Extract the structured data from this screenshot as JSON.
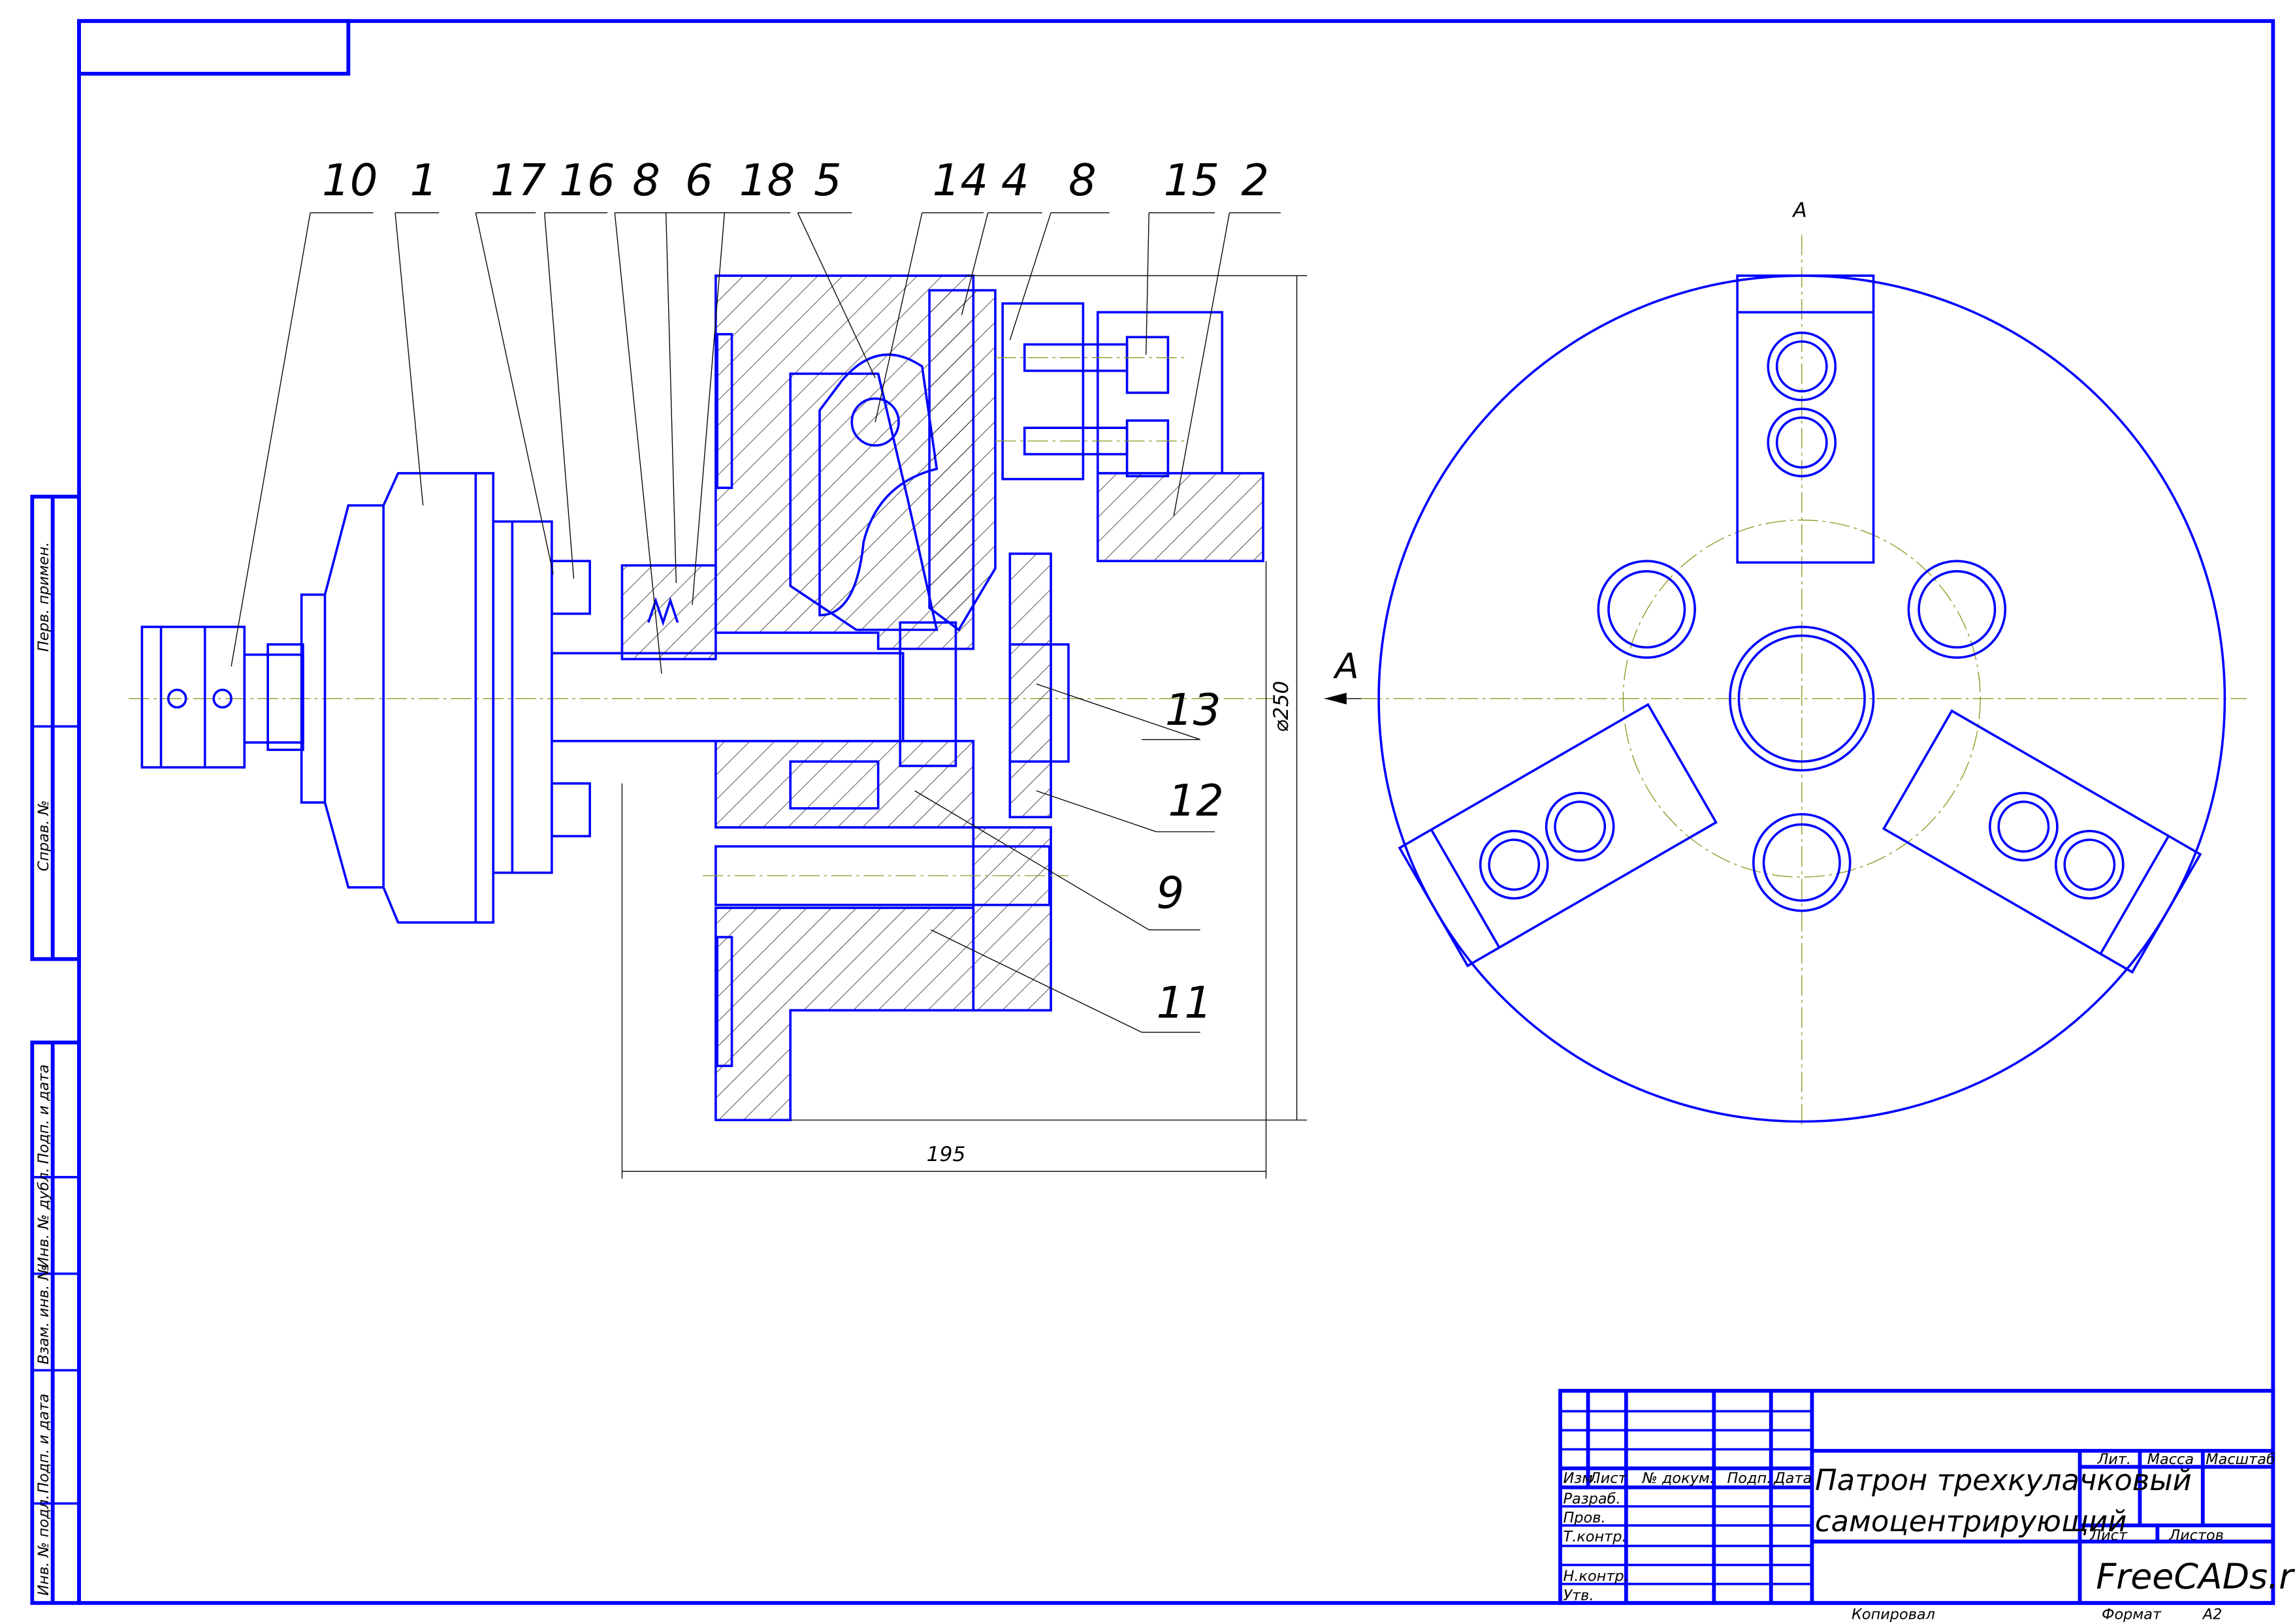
{
  "drawing": {
    "title_line1": "Патрон трехкулачковый",
    "title_line2": "самоцентрирующий",
    "site": "FreeCADs.ru",
    "copied_label": "Копировал",
    "format_label": "Формат",
    "format_value": "A2",
    "dimensions": {
      "length": "195",
      "diameter": "⌀250"
    },
    "section_label": "A",
    "view_label": "A",
    "callouts_top": [
      "10",
      "1",
      "17",
      "16",
      "8",
      "6",
      "18",
      "5",
      "14",
      "4",
      "8",
      "15",
      "2"
    ],
    "callouts_right": [
      "13",
      "12",
      "9",
      "11"
    ]
  },
  "title_block": {
    "headers": [
      "Изм.",
      "Лист",
      "№ докум.",
      "Подп.",
      "Дата"
    ],
    "roles": [
      "Разраб.",
      "Пров.",
      "Т.контр.",
      "",
      "Н.контр.",
      "Утв."
    ],
    "lit": "Лит.",
    "mass": "Масса",
    "scale": "Масштаб",
    "sheet": "Лист",
    "sheets": "Листов"
  },
  "side_stamps": [
    "Перв. примен.",
    "Справ. №",
    "Подп. и дата",
    "Инв. № дубл.",
    "Взам. инв. №",
    "Подп. и дата",
    "Инв. № подл."
  ],
  "colors": {
    "line": "#0000ff",
    "center": "#8a9a20",
    "text": "#000000"
  }
}
